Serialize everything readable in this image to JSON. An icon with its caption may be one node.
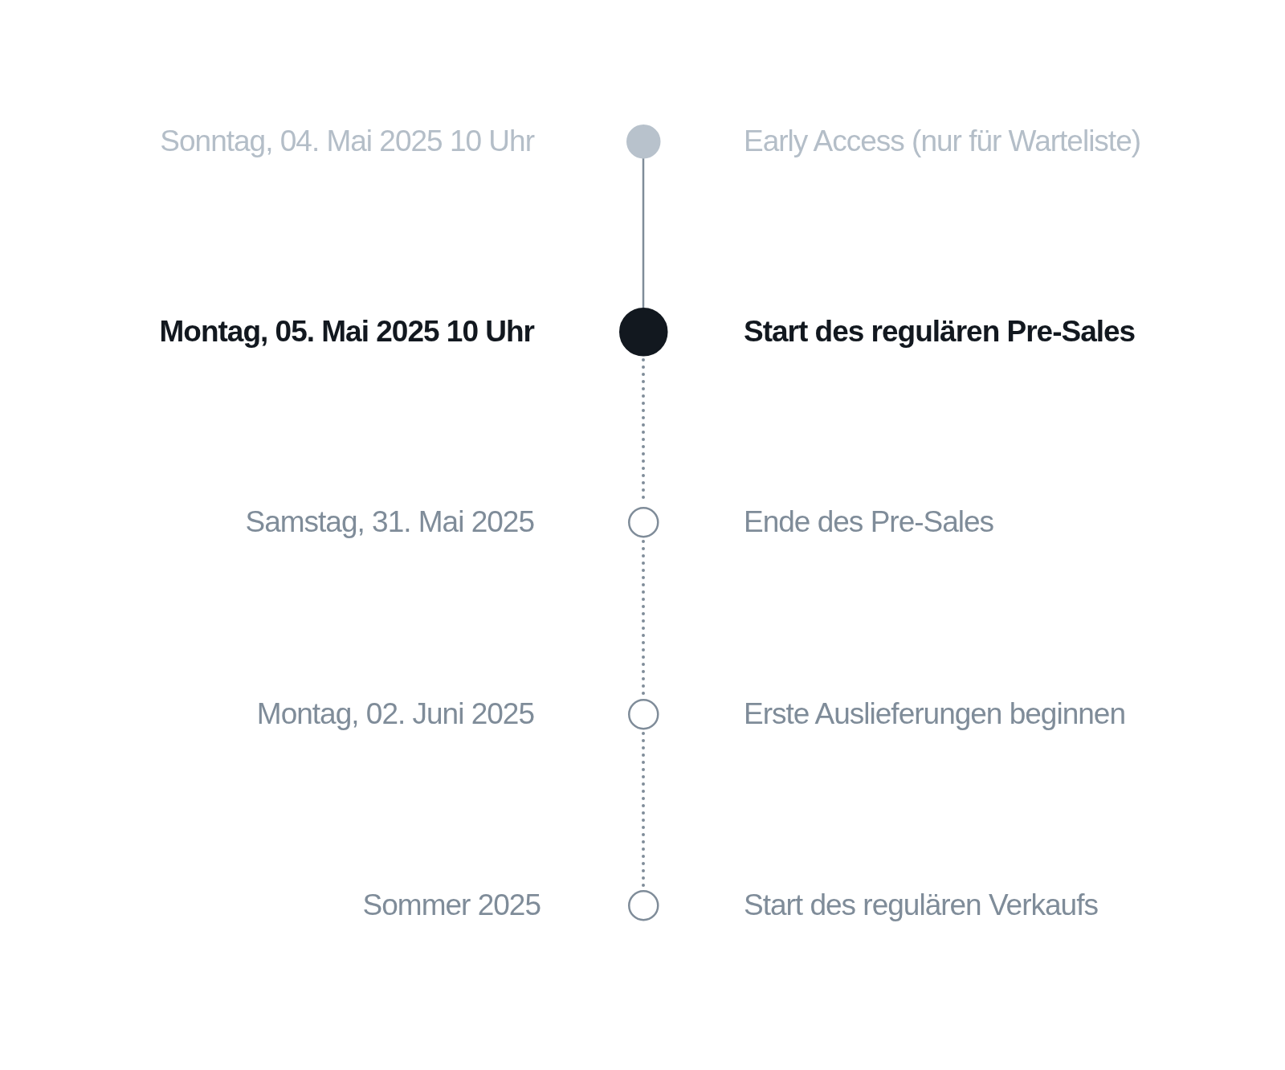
{
  "diagram": {
    "nodes": [
      {
        "text": [],
        "shape": "circle",
        "beside": [
          "Sonntag, 04. Mai 2025 10 Uhr",
          "Early Access (nur für Warteliste)"
        ]
      },
      {
        "text": [],
        "shape": "circle",
        "beside": [
          "Montag, 05. Mai 2025 10 Uhr",
          "Start des regulären Pre-Sales"
        ]
      },
      {
        "text": [],
        "shape": "circle",
        "beside": [
          "Samstag, 31. Mai 2025",
          "Ende des Pre-Sales"
        ]
      },
      {
        "text": [],
        "shape": "circle",
        "beside": [
          "Montag, 02. Juni 2025",
          "Erste Auslieferungen beginnen"
        ]
      },
      {
        "text": [],
        "shape": "circle",
        "beside": [
          "Sommer 2025",
          "Start des regulären Verkaufs"
        ]
      }
    ],
    "edges": [
      {
        "from": 0,
        "to": 1,
        "arrow": "none"
      },
      {
        "from": 1,
        "to": 2,
        "arrow": "none",
        "style": "dashed"
      },
      {
        "from": 2,
        "to": 3,
        "arrow": "none",
        "style": "dashed"
      },
      {
        "from": 3,
        "to": 4,
        "arrow": "none",
        "style": "dashed"
      }
    ]
  }
}
